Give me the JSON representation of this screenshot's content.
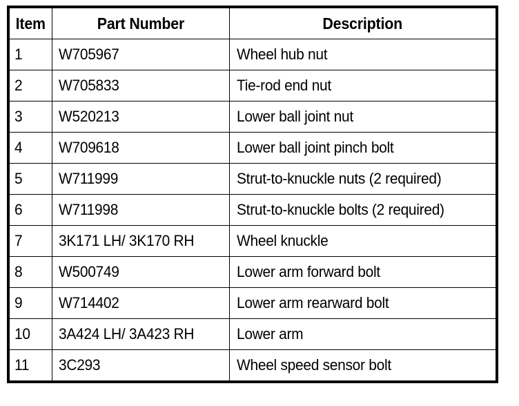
{
  "table": {
    "columns": [
      "Item",
      "Part Number",
      "Description"
    ],
    "rows": [
      {
        "item": "1",
        "part": "W705967",
        "description": "Wheel hub nut"
      },
      {
        "item": "2",
        "part": "W705833",
        "description": "Tie-rod end nut"
      },
      {
        "item": "3",
        "part": "W520213",
        "description": "Lower ball joint nut"
      },
      {
        "item": "4",
        "part": "W709618",
        "description": "Lower ball joint pinch bolt"
      },
      {
        "item": "5",
        "part": "W711999",
        "description": "Strut-to-knuckle nuts (2 required)"
      },
      {
        "item": "6",
        "part": "W711998",
        "description": "Strut-to-knuckle bolts (2 required)"
      },
      {
        "item": "7",
        "part": "3K171 LH/ 3K170 RH",
        "description": "Wheel knuckle"
      },
      {
        "item": "8",
        "part": "W500749",
        "description": "Lower arm forward bolt"
      },
      {
        "item": "9",
        "part": "W714402",
        "description": "Lower arm rearward bolt"
      },
      {
        "item": "10",
        "part": "3A424 LH/ 3A423 RH",
        "description": "Lower arm"
      },
      {
        "item": "11",
        "part": "3C293",
        "description": "Wheel speed sensor bolt"
      }
    ]
  },
  "colors": {
    "background": "#ffffff",
    "border": "#000000",
    "text": "#000000"
  }
}
